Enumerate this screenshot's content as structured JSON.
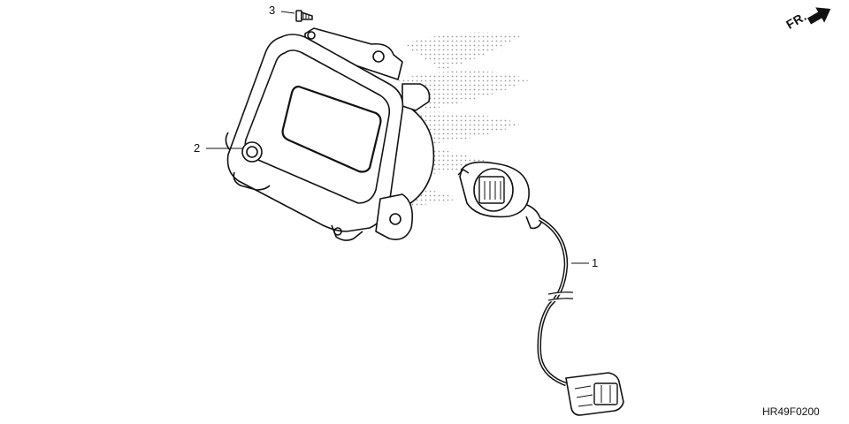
{
  "callouts": [
    {
      "label": "1"
    },
    {
      "label": "2"
    },
    {
      "label": "3"
    }
  ],
  "direction_label": "FR.",
  "diagram_code": "HR49F0200",
  "colors": {
    "line": "#111111",
    "dots": "#9a9a9a",
    "background": "#ffffff"
  },
  "icons": {
    "front_arrow": "arrow-right-icon"
  }
}
